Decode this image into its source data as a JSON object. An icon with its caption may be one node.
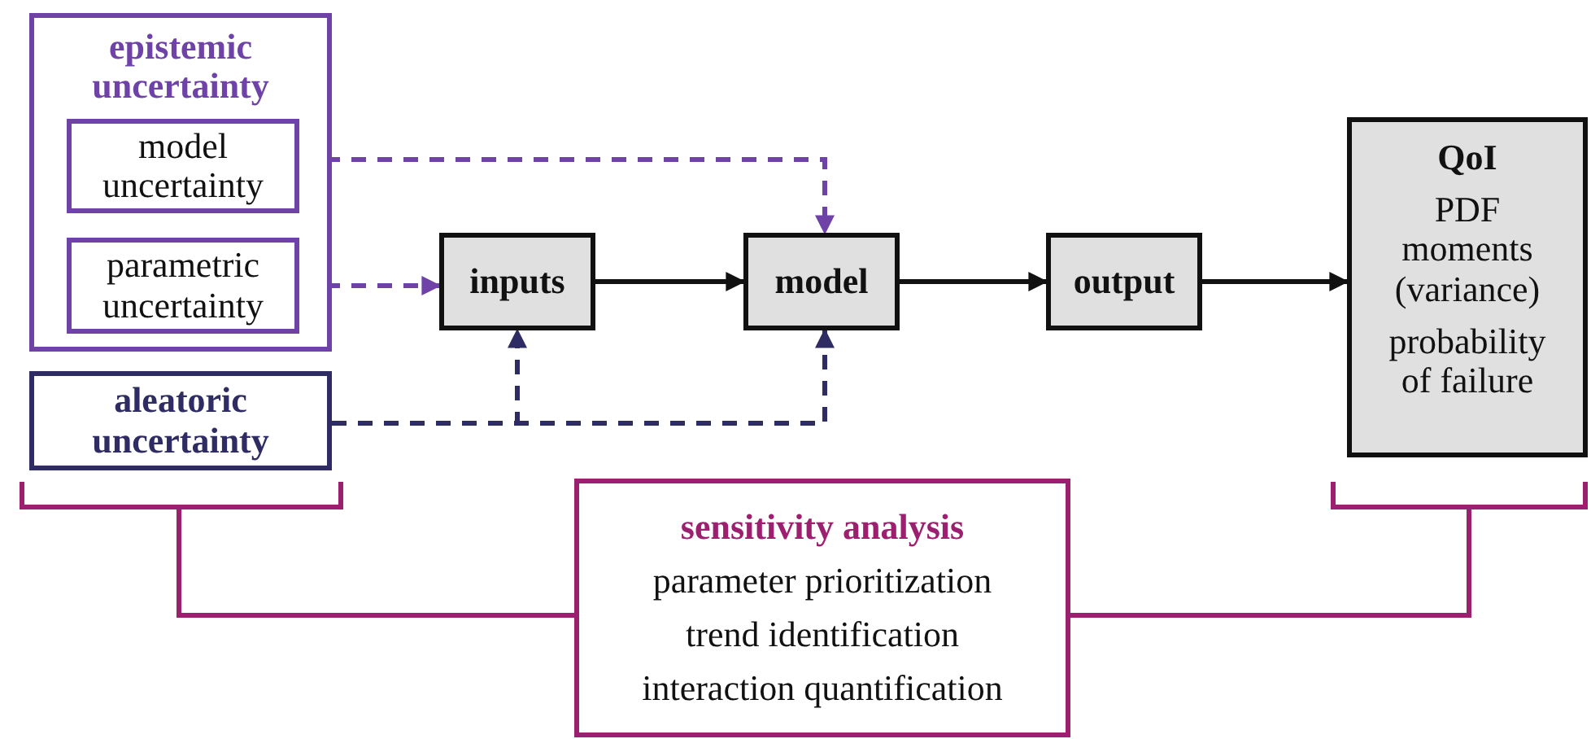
{
  "diagram": {
    "nodes": [
      {
        "text": [
          "epistemic uncertainty"
        ]
      },
      {
        "text": [
          "model uncertainty"
        ],
        "in": 0
      },
      {
        "text": [
          "parametric uncertainty"
        ],
        "in": 0
      },
      {
        "text": [
          "aleatoric uncertainty"
        ]
      },
      {
        "text": [
          "inputs"
        ]
      },
      {
        "text": [
          "model"
        ]
      },
      {
        "text": [
          "output"
        ]
      },
      {
        "text": [
          "QoI",
          "PDF",
          "moments (variance)",
          "probability of failure"
        ]
      },
      {
        "text": [
          "sensitivity analysis",
          "parameter prioritization",
          "trend identification",
          "interaction quantification"
        ]
      },
      {
        "text": [],
        "shape": "bracket"
      },
      {
        "text": [],
        "shape": "bracket"
      }
    ],
    "edges": [
      {
        "from": 1,
        "to": 5,
        "arrow": "to",
        "style": "dashed",
        "color": "#6f42a8"
      },
      {
        "from": 2,
        "to": 4,
        "arrow": "to",
        "style": "dashed",
        "color": "#6f42a8"
      },
      {
        "from": 3,
        "to": 4,
        "arrow": "to",
        "style": "dashed",
        "color": "#2e2c62"
      },
      {
        "from": 3,
        "to": 5,
        "arrow": "to",
        "style": "dashed",
        "color": "#2e2c62"
      },
      {
        "from": 4,
        "to": 5,
        "arrow": "to"
      },
      {
        "from": 5,
        "to": 6,
        "arrow": "to"
      },
      {
        "from": 6,
        "to": 7,
        "arrow": "to"
      },
      {
        "from": 8,
        "to": 9,
        "arrow": "none",
        "color": "#9c1f70"
      },
      {
        "from": 8,
        "to": 10,
        "arrow": "none",
        "color": "#9c1f70"
      }
    ]
  }
}
